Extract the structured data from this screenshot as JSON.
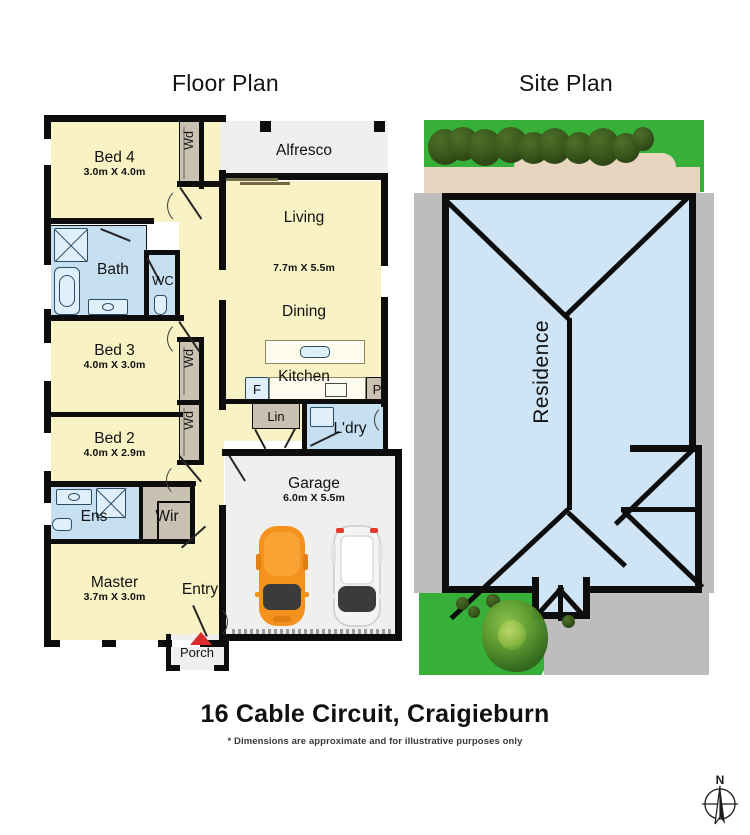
{
  "headings": {
    "floor_plan": "Floor Plan",
    "site_plan": "Site Plan"
  },
  "footer": {
    "address": "16 Cable Circuit, Craigieburn",
    "disclaimer": "* Dimensions are approximate and for illustrative purposes only"
  },
  "compass": {
    "north_label": "N"
  },
  "colors": {
    "room_fill": "#f8f2c4",
    "wet_area_fill": "#c6e0f2",
    "robe_fill": "#c9c2b2",
    "garage_fill": "#efefee",
    "wall": "#0d0d0d",
    "residence_fill": "#cfe4f5",
    "grass": "#36b039",
    "driveway": "#bdbdbd",
    "soil": "#e8d5c0",
    "porch_marker": "#d92b2b",
    "car_primary": "#f5921e",
    "car_secondary": "#f2f2f2"
  },
  "floor_plan": {
    "rooms": [
      {
        "id": "bed4",
        "name": "Bed 4",
        "dimensions": "3.0m X 4.0m"
      },
      {
        "id": "bath",
        "name": "Bath",
        "dimensions": ""
      },
      {
        "id": "wc",
        "name": "WC",
        "dimensions": ""
      },
      {
        "id": "bed3",
        "name": "Bed 3",
        "dimensions": "4.0m X 3.0m"
      },
      {
        "id": "bed2",
        "name": "Bed 2",
        "dimensions": "4.0m X 2.9m"
      },
      {
        "id": "ens",
        "name": "Ens",
        "dimensions": ""
      },
      {
        "id": "wir",
        "name": "Wir",
        "dimensions": ""
      },
      {
        "id": "master",
        "name": "Master",
        "dimensions": "3.7m X 3.0m"
      },
      {
        "id": "entry",
        "name": "Entry",
        "dimensions": ""
      },
      {
        "id": "porch",
        "name": "Porch",
        "dimensions": ""
      },
      {
        "id": "alfresco",
        "name": "Alfresco",
        "dimensions": ""
      },
      {
        "id": "living",
        "name": "Living",
        "dimensions": "7.7m X 5.5m"
      },
      {
        "id": "dining",
        "name": "Dining",
        "dimensions": ""
      },
      {
        "id": "kitchen",
        "name": "Kitchen",
        "dimensions": ""
      },
      {
        "id": "lin",
        "name": "Lin",
        "dimensions": ""
      },
      {
        "id": "ldry",
        "name": "L'dry",
        "dimensions": ""
      },
      {
        "id": "garage",
        "name": "Garage",
        "dimensions": "6.0m X 5.5m"
      }
    ],
    "robes": [
      {
        "id": "wd-bed4",
        "label": "Wd"
      },
      {
        "id": "wd-bed3",
        "label": "Wd"
      },
      {
        "id": "wd-bed2",
        "label": "Wd"
      }
    ],
    "appliances": [
      {
        "id": "fridge",
        "label": "F"
      },
      {
        "id": "pantry",
        "label": "P"
      }
    ]
  },
  "site_plan": {
    "residence_label": "Residence"
  }
}
